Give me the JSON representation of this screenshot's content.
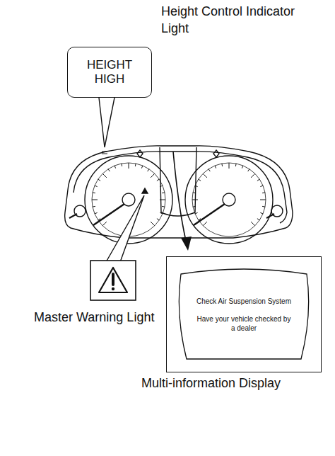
{
  "diagram": {
    "nodes": [
      {
        "text": [
          "HEIGHT HIGH"
        ]
      },
      {
        "text": [
          "Multi-information Display"
        ]
      },
      {
        "text": [
          "Check Air Suspension System",
          "Have your vehicle checked by a dealer"
        ],
        "in": 1
      }
    ],
    "labels": [
      "Height Control Indicator Light",
      "Master Warning Light"
    ]
  }
}
